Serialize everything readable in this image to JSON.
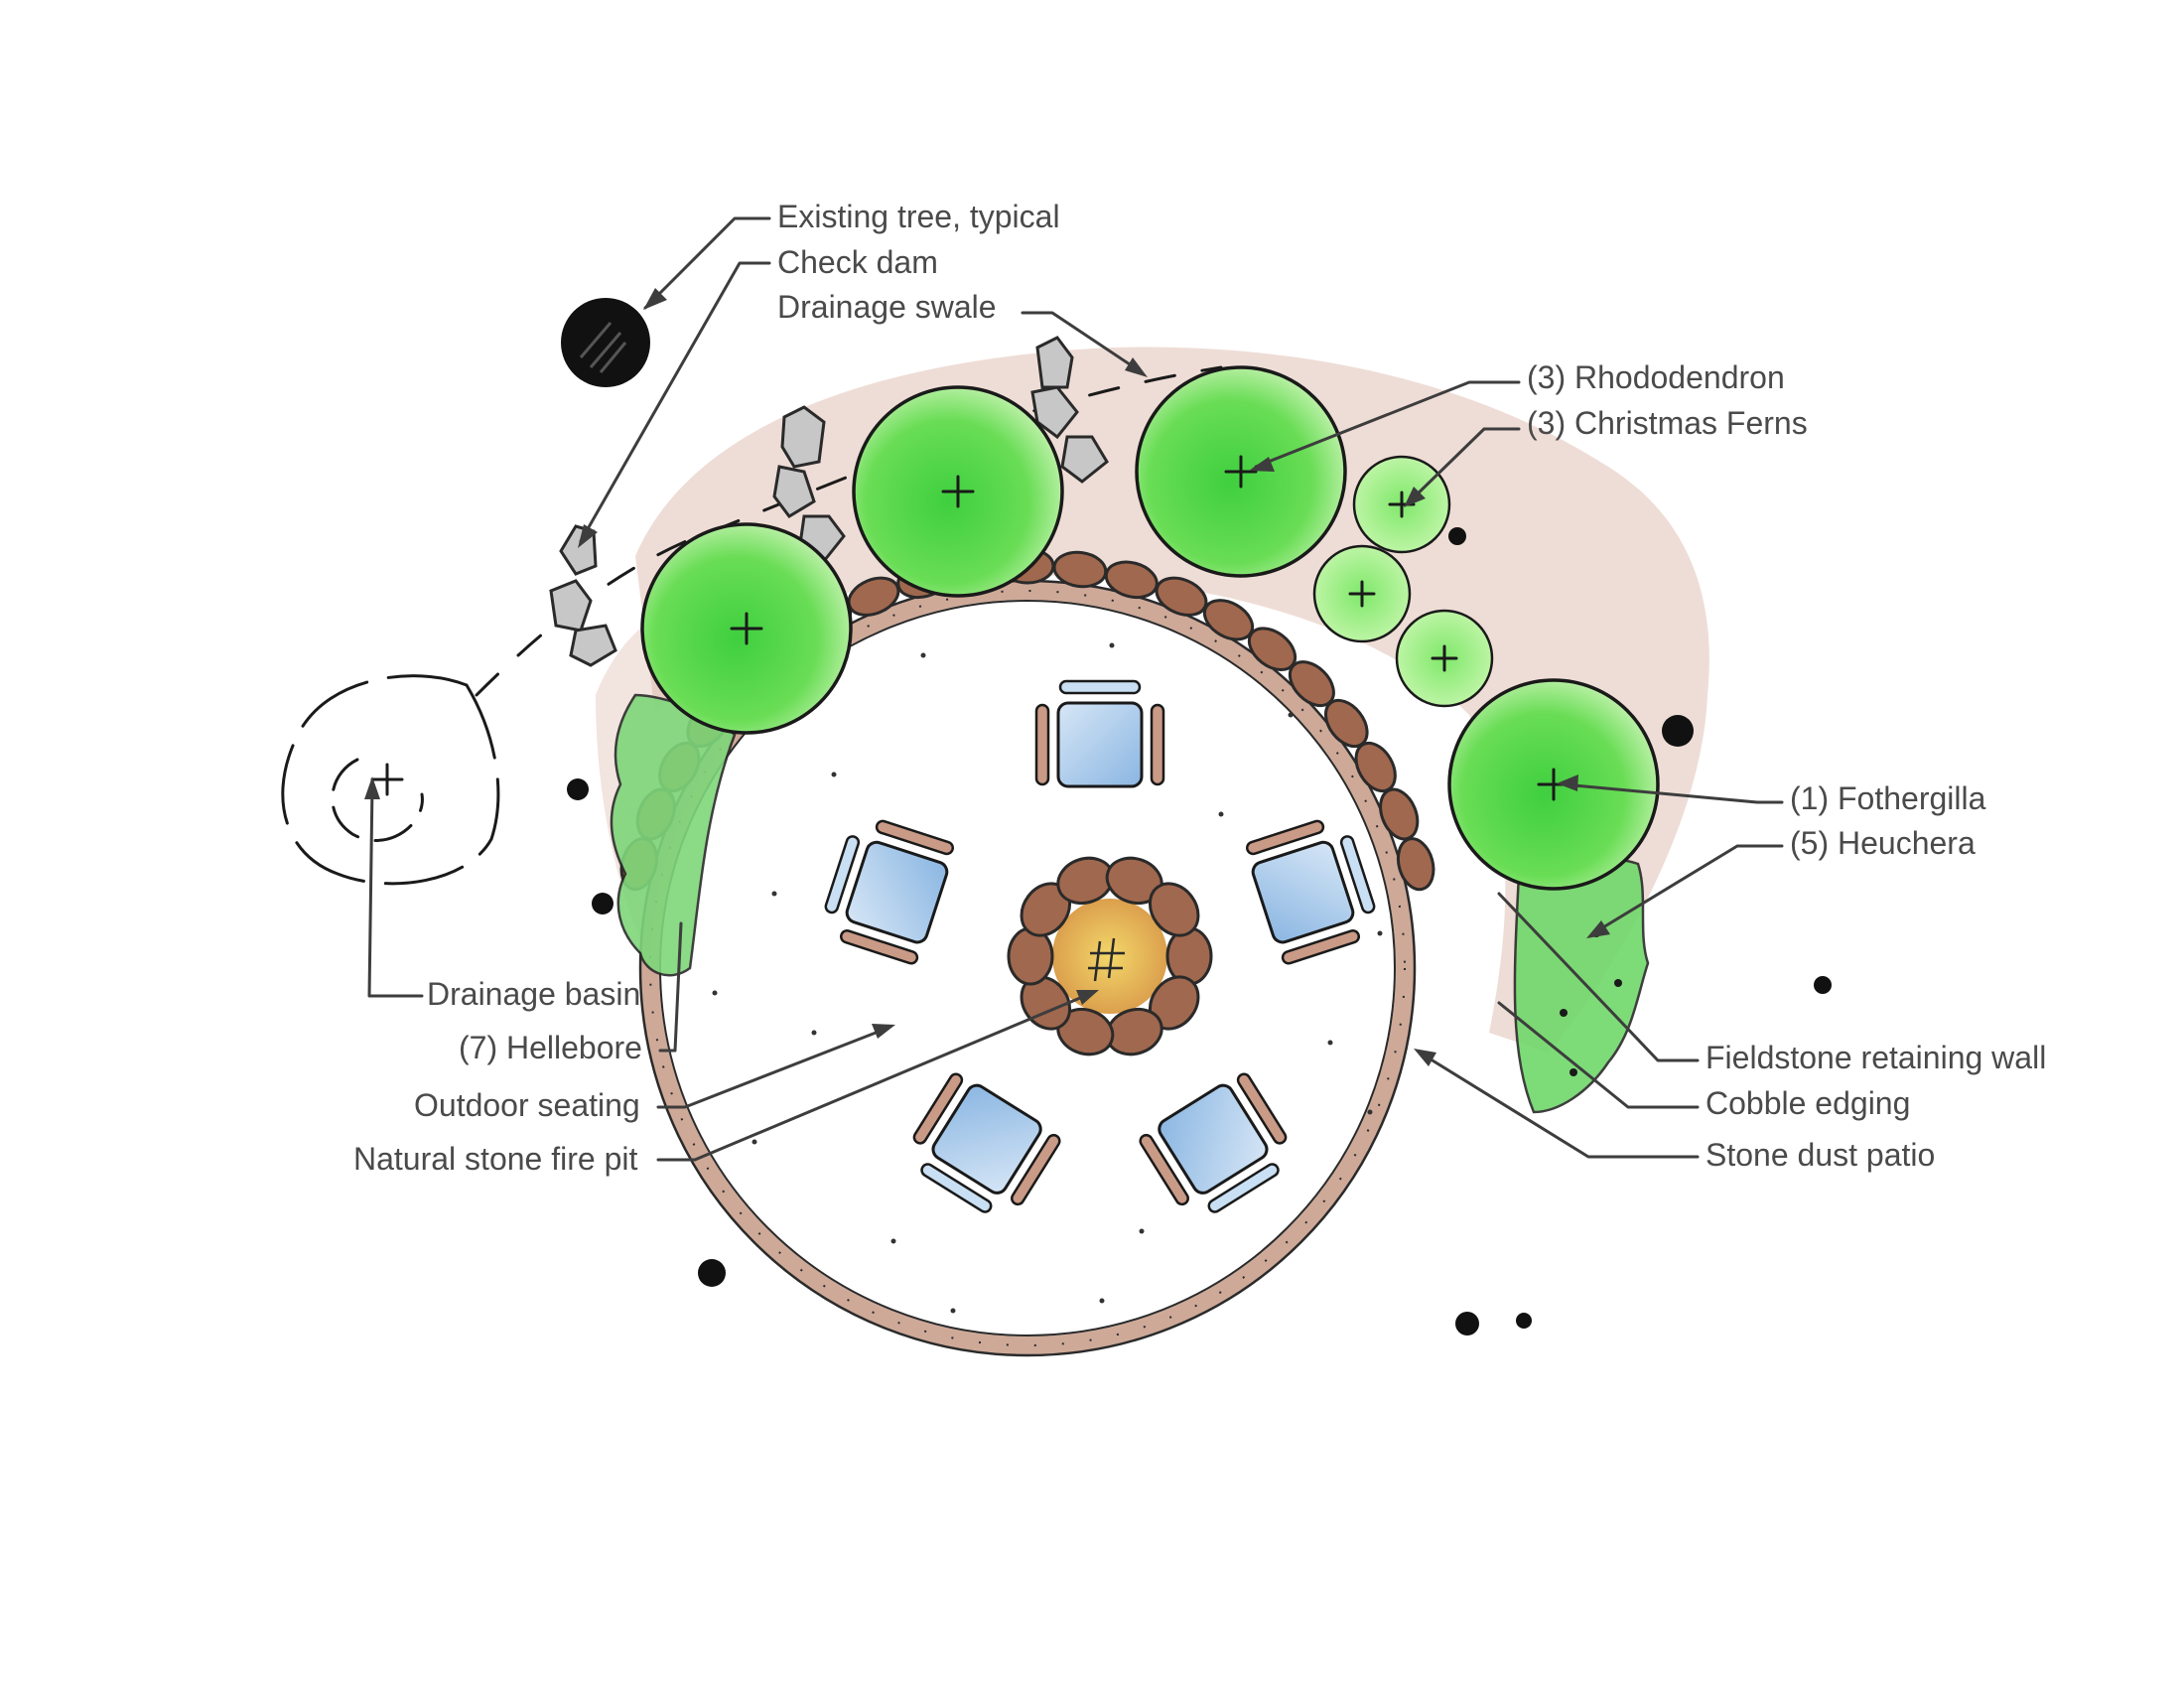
{
  "labels": {
    "existing_tree": "Existing tree, typical",
    "check_dam": "Check dam",
    "drainage_swale": "Drainage swale",
    "rhododendron": "(3) Rhododendron",
    "christmas_ferns": "(3) Christmas Ferns",
    "fothergilla": "(1) Fothergilla",
    "heuchera": "(5) Heuchera",
    "fieldstone_wall": "Fieldstone retaining wall",
    "cobble_edging": "Cobble edging",
    "stone_dust_patio": "Stone dust patio",
    "drainage_basin": "Drainage basin",
    "hellebore": "(7) Hellebore",
    "outdoor_seating": "Outdoor seating",
    "fire_pit": "Natural stone fire pit"
  },
  "colors": {
    "ink": "#1a1a1a",
    "label_text": "#4a4a4a",
    "shrub_green": "#5cd65c",
    "shrub_light": "#c9f5a8",
    "mulch_brown": "#c79a8a",
    "stone_brown": "#8a5a44",
    "cushion_blue": "#a9c9ea",
    "fire_yellow": "#e8c24a",
    "rock_gray": "#b8b8b8"
  }
}
